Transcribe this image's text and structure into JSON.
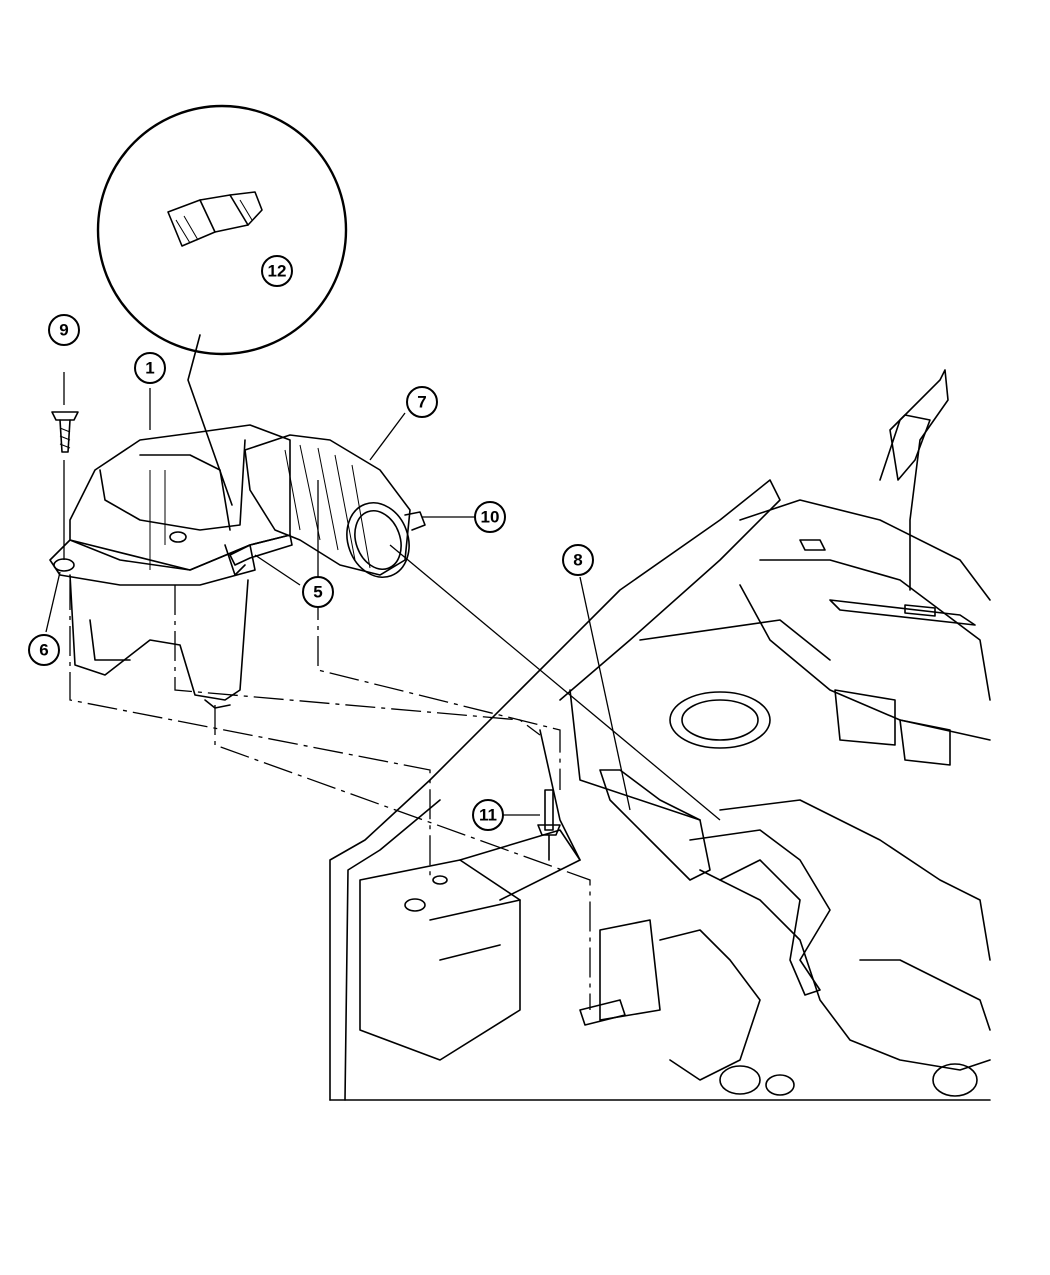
{
  "callouts": [
    {
      "id": "1",
      "label": "1"
    },
    {
      "id": "5",
      "label": "5"
    },
    {
      "id": "6",
      "label": "6"
    },
    {
      "id": "7",
      "label": "7"
    },
    {
      "id": "8",
      "label": "8"
    },
    {
      "id": "9",
      "label": "9"
    },
    {
      "id": "10",
      "label": "10"
    },
    {
      "id": "11",
      "label": "11"
    },
    {
      "id": "12",
      "label": "12"
    }
  ]
}
